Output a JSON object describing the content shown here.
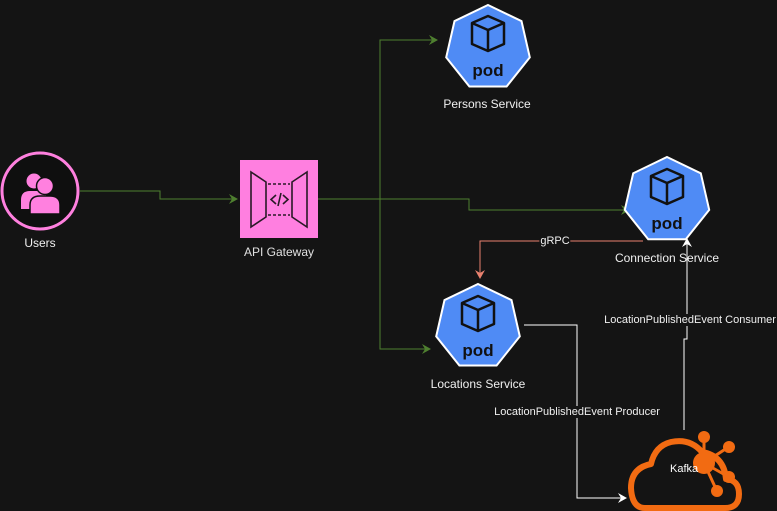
{
  "nodes": {
    "users": {
      "label": "Users"
    },
    "api_gateway": {
      "label": "API Gateway"
    },
    "persons_service": {
      "label": "Persons Service",
      "pod_text": "pod"
    },
    "connection_service": {
      "label": "Connection Service",
      "pod_text": "pod"
    },
    "locations_service": {
      "label": "Locations Service",
      "pod_text": "pod"
    },
    "kafka": {
      "label": "Kafka"
    }
  },
  "edges": {
    "grpc": {
      "label": "gRPC"
    },
    "producer": {
      "label": "LocationPublishedEvent Producer"
    },
    "consumer": {
      "label": "LocationPublishedEvent Consumer"
    }
  },
  "colors": {
    "background": "#141414",
    "gateway_fill": "#FF7FE0",
    "user_circle_fill": "#FF80DF",
    "pod_fill": "#4F8BF5",
    "kafka_orange": "#F26B12",
    "green_edge": "#4E7F2F",
    "salmon_edge": "#E8816E",
    "white_edge": "#FFFFFF"
  }
}
